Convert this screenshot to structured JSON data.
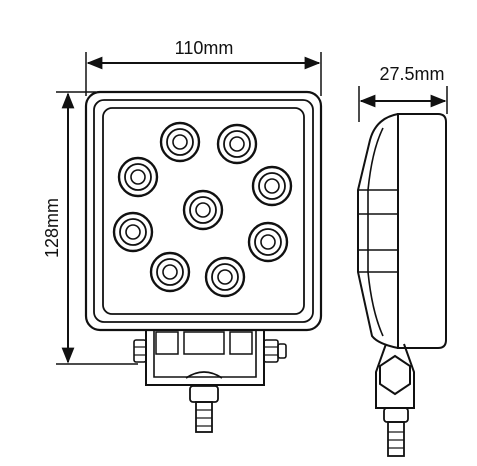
{
  "dimensions": {
    "width_label": "110mm",
    "height_label": "128mm",
    "depth_label": "27.5mm"
  },
  "light": {
    "led_count": 9
  }
}
